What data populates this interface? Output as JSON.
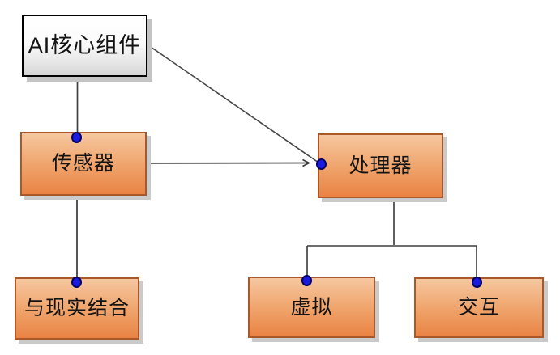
{
  "diagram": {
    "nodes": [
      {
        "id": "ai-core",
        "label": "AI核心组件",
        "role": "root",
        "fill": "white-gray-gradient"
      },
      {
        "id": "sensor",
        "label": "传感器",
        "role": "child",
        "fill": "orange-gradient"
      },
      {
        "id": "processor",
        "label": "处理器",
        "role": "child",
        "fill": "orange-gradient"
      },
      {
        "id": "reality",
        "label": "与现实结合",
        "role": "leaf",
        "fill": "orange-gradient"
      },
      {
        "id": "virtual",
        "label": "虚拟",
        "role": "leaf",
        "fill": "orange-gradient"
      },
      {
        "id": "interaction",
        "label": "交互",
        "role": "leaf",
        "fill": "orange-gradient"
      }
    ],
    "edges": [
      {
        "from": "ai-core",
        "to": "sensor",
        "style": "straight-line",
        "arrowhead": false,
        "endpoint": "blue-dot-top-of-target"
      },
      {
        "from": "ai-core",
        "to": "processor",
        "style": "diagonal-line",
        "arrowhead": false,
        "endpoint": "blue-dot-left-of-target"
      },
      {
        "from": "sensor",
        "to": "processor",
        "style": "straight-line",
        "arrowhead": true,
        "endpoint": "blue-dot-left-of-target"
      },
      {
        "from": "sensor",
        "to": "reality",
        "style": "straight-line",
        "arrowhead": false,
        "endpoint": "blue-dot-top-of-target"
      },
      {
        "from": "processor",
        "to": "virtual",
        "style": "elbow",
        "arrowhead": false,
        "endpoint": "blue-dot-top-of-target"
      },
      {
        "from": "processor",
        "to": "interaction",
        "style": "elbow",
        "arrowhead": false,
        "endpoint": "blue-dot-top-of-target"
      }
    ],
    "colors": {
      "background": "#ffffff",
      "node_fill_top": "#f6c79f",
      "node_fill_bottom": "#e98344",
      "node_border": "#aa5829",
      "root_fill_top": "#ffffff",
      "root_fill_bottom": "#d4d4d4",
      "root_border": "#000000",
      "connector": "#4a4a4a",
      "connector_light": "#6e6e6e",
      "dot_fill": "#1b1bdf",
      "dot_border": "#000066",
      "shadow": "#cacaca",
      "text": "#141414"
    }
  }
}
